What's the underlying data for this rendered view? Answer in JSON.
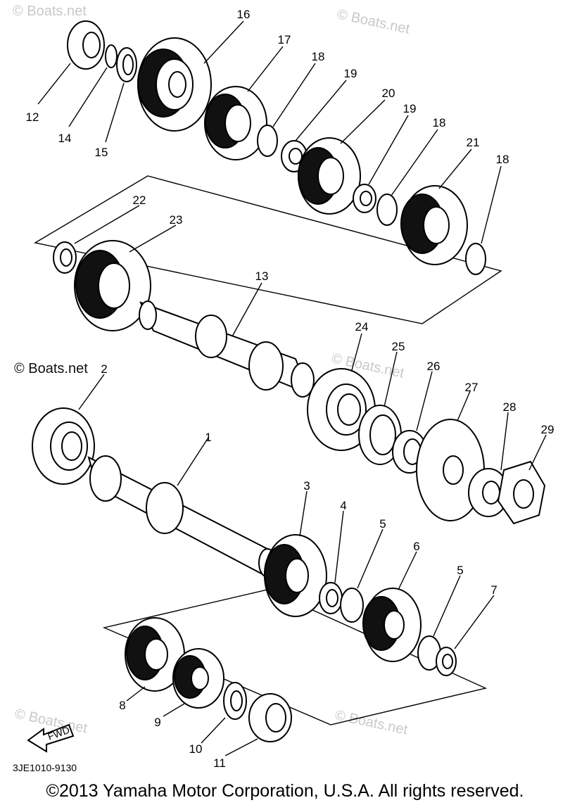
{
  "watermarks": {
    "top_left": "© Boats.net",
    "top_right": "© Boats.net",
    "left": "© Boats.net",
    "center": "© Boats.net",
    "bottom_left": "© Boats.net",
    "bottom_right": "© Boats.net"
  },
  "callouts": [
    "1",
    "2",
    "3",
    "4",
    "5",
    "5",
    "6",
    "7",
    "8",
    "9",
    "10",
    "11",
    "12",
    "13",
    "14",
    "15",
    "16",
    "17",
    "18",
    "18",
    "18",
    "19",
    "19",
    "20",
    "21",
    "22",
    "23",
    "24",
    "25",
    "26",
    "27",
    "28",
    "29"
  ],
  "fwd_label": "FWD",
  "drawing_code": "3JE1010-9130",
  "copyright": "©2013 Yamaha Motor Corporation, U.S.A. All rights reserved."
}
